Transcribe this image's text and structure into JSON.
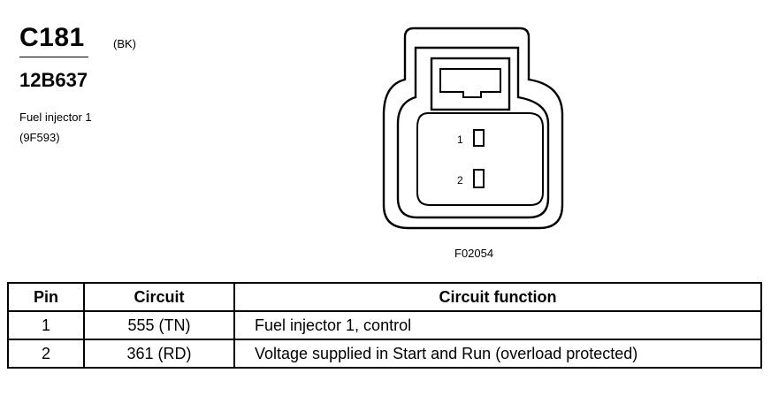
{
  "connector": {
    "id": "C181",
    "color_code": "(BK)",
    "part_number": "12B637",
    "component_name": "Fuel injector 1",
    "component_code": "(9F593)",
    "figure_code": "F02054",
    "pin_labels": [
      "1",
      "2"
    ]
  },
  "pin_table": {
    "headers": [
      "Pin",
      "Circuit",
      "Circuit function"
    ],
    "rows": [
      {
        "pin": "1",
        "circuit": "555 (TN)",
        "function": "Fuel injector 1, control"
      },
      {
        "pin": "2",
        "circuit": "361 (RD)",
        "function": "Voltage supplied in Start and Run (overload protected)"
      }
    ]
  }
}
